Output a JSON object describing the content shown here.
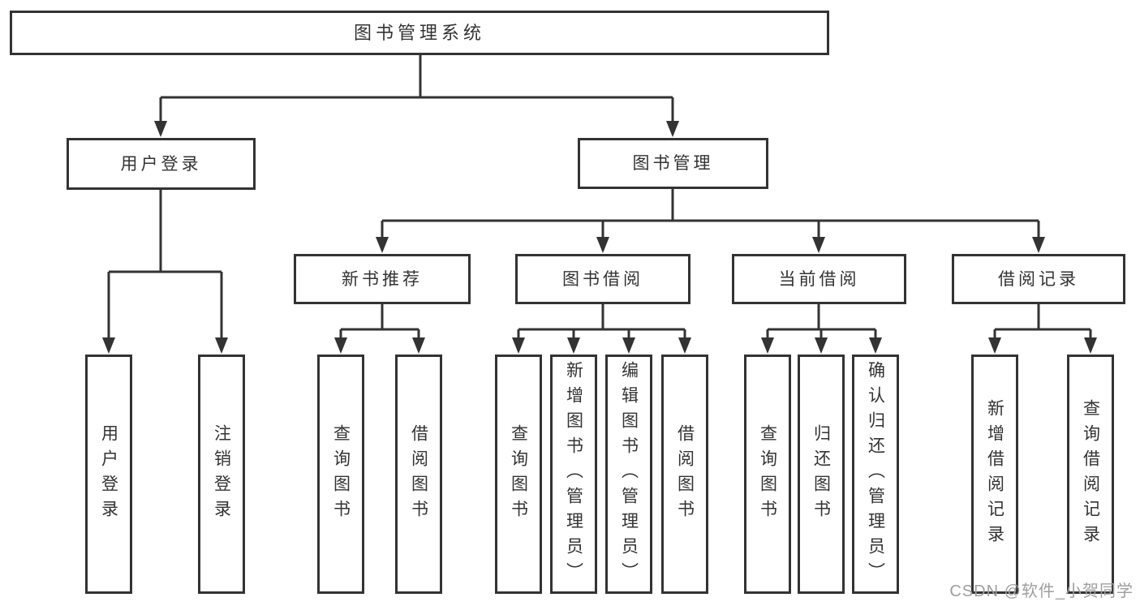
{
  "diagram_type": "hierarchy-tree",
  "tree": {
    "label": "图书管理系统",
    "children": [
      {
        "label": "用户登录",
        "children": [
          {
            "label": "用户登录"
          },
          {
            "label": "注销登录"
          }
        ]
      },
      {
        "label": "图书管理",
        "children": [
          {
            "label": "新书推荐",
            "children": [
              {
                "label": "查询图书"
              },
              {
                "label": "借阅图书"
              }
            ]
          },
          {
            "label": "图书借阅",
            "children": [
              {
                "label": "查询图书"
              },
              {
                "label": "新增图书（管理员）"
              },
              {
                "label": "编辑图书（管理员）"
              },
              {
                "label": "借阅图书"
              }
            ]
          },
          {
            "label": "当前借阅",
            "children": [
              {
                "label": "查询图书"
              },
              {
                "label": "归还图书"
              },
              {
                "label": "确认归还（管理员）"
              }
            ]
          },
          {
            "label": "借阅记录",
            "children": [
              {
                "label": "新增借阅记录"
              },
              {
                "label": "查询借阅记录"
              }
            ]
          }
        ]
      }
    ]
  },
  "watermark": {
    "text": "CSDN @软件_小贺同学"
  },
  "colors": {
    "background": "#ffffff",
    "box_fill": "#ffffff",
    "box_border": "#333333",
    "line": "#333333",
    "text": "#333333",
    "watermark_text": "#9e9e9e"
  }
}
